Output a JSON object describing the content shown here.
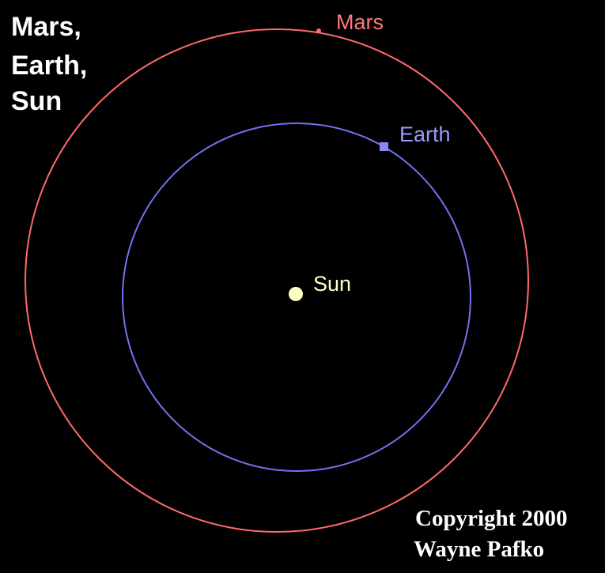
{
  "title": {
    "lines": [
      "Mars,",
      "Earth,",
      "Sun"
    ]
  },
  "labels": {
    "mars": "Mars",
    "earth": "Earth",
    "sun": "Sun"
  },
  "copyright": {
    "line1": "Copyright 2000",
    "line2": "Wayne Pafko"
  },
  "colors": {
    "background": "#000000",
    "mars_orbit": "#ff6a6a",
    "earth_orbit": "#7272f0",
    "sun": "#ffffc0",
    "text": "#ffffff"
  }
}
